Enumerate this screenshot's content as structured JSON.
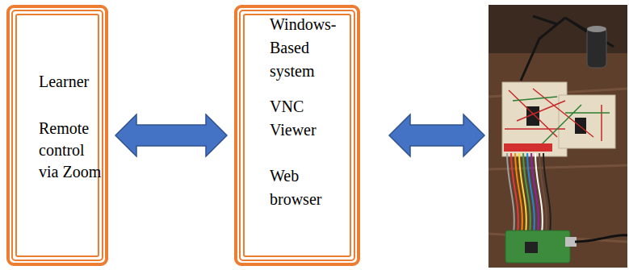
{
  "diagram": {
    "nodes": [
      {
        "text": [
          "Learner",
          "Remote control via Zoom"
        ]
      },
      {
        "text": [
          "Windows-Based system",
          "VNC Viewer",
          "Web browser"
        ]
      }
    ],
    "edges": [
      {
        "from": 0,
        "to": 1,
        "arrow": "both"
      }
    ]
  }
}
